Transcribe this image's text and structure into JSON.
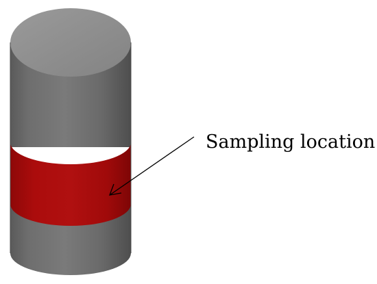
{
  "diagram": {
    "annotation_label": "Sampling location",
    "colors": {
      "cylinder_body": "#6b6b6b",
      "cylinder_top": "#8f8f8f",
      "sampling_band": "#a80a0a",
      "arrow": "#000000",
      "background": "#ffffff"
    },
    "components": [
      "cylinder",
      "sampling-band",
      "arrow"
    ]
  }
}
